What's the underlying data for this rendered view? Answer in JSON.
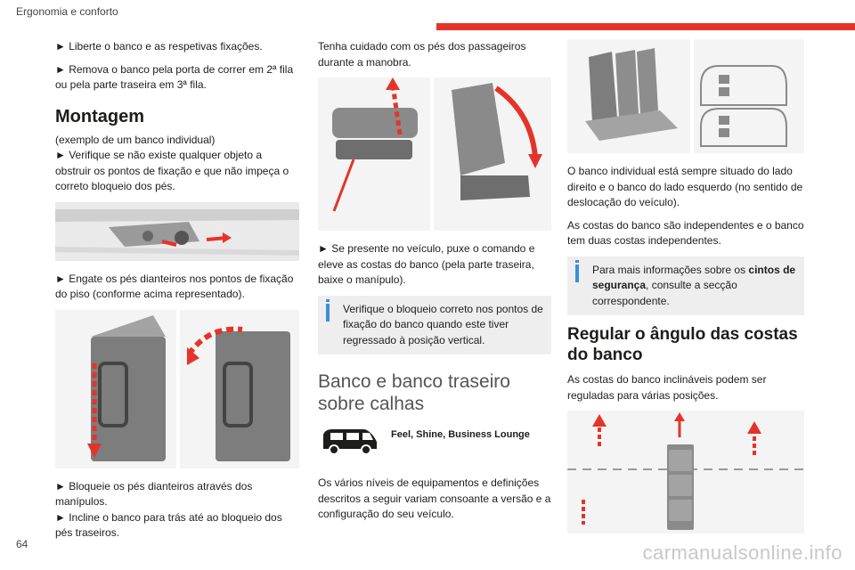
{
  "header": {
    "section": "Ergonomia e conforto",
    "accent": "#e4342a"
  },
  "page_number": "64",
  "watermark": "carmanualsonline.info",
  "col1": {
    "p1": "► Liberte o banco e as respetivas fixações.",
    "p2": "► Remova o banco pela porta de correr em 2ª fila ou pela parte traseira em 3ª fila.",
    "heading": "Montagem",
    "p3a": "(exemplo de um banco individual)",
    "p3b": "► Verifique se não existe qualquer objeto a obstruir os pontos de fixação e que não impeça o correto bloqueio dos pés.",
    "p4": "► Engate os pés dianteiros nos pontos de fixação do piso (conforme acima representado).",
    "p5a": "► Bloqueie os pés dianteiros através dos manípulos.",
    "p5b": "► Incline o banco para trás até ao bloqueio dos pés traseiros."
  },
  "col2": {
    "p1": "Tenha cuidado com os pés dos passageiros durante a manobra.",
    "p2": "► Se presente no veículo, puxe o comando e eleve as costas do banco (pela parte traseira, baixe o manípulo).",
    "note": "Verifique o bloqueio correto nos pontos de fixação do banco quando este tiver regressado à posição vertical.",
    "heading": "Banco e banco traseiro sobre calhas",
    "versions": {
      "v1": "Feel",
      "sep1": ", ",
      "v2": "Shine",
      "sep2": ", ",
      "v3": "Business Lounge"
    },
    "p3": "Os vários níveis de equipamentos e definições descritos a seguir variam consoante a versão e a configuração do seu veículo."
  },
  "col3": {
    "p1": "O banco individual está sempre situado do lado direito e o banco do lado esquerdo (no sentido de deslocação do veículo).",
    "p2": "As costas do banco são independentes e o banco tem duas costas independentes.",
    "note_pre": "Para mais informações sobre os ",
    "note_bold": "cintos de segurança",
    "note_post": ", consulte a secção correspondente.",
    "heading": "Regular o ângulo das costas do banco",
    "p3": "As costas do banco inclináveis podem ser reguladas para várias posições."
  },
  "colors": {
    "info": "#3b8fd6",
    "arrow": "#e4342a",
    "note_bg": "#eeeeee"
  }
}
